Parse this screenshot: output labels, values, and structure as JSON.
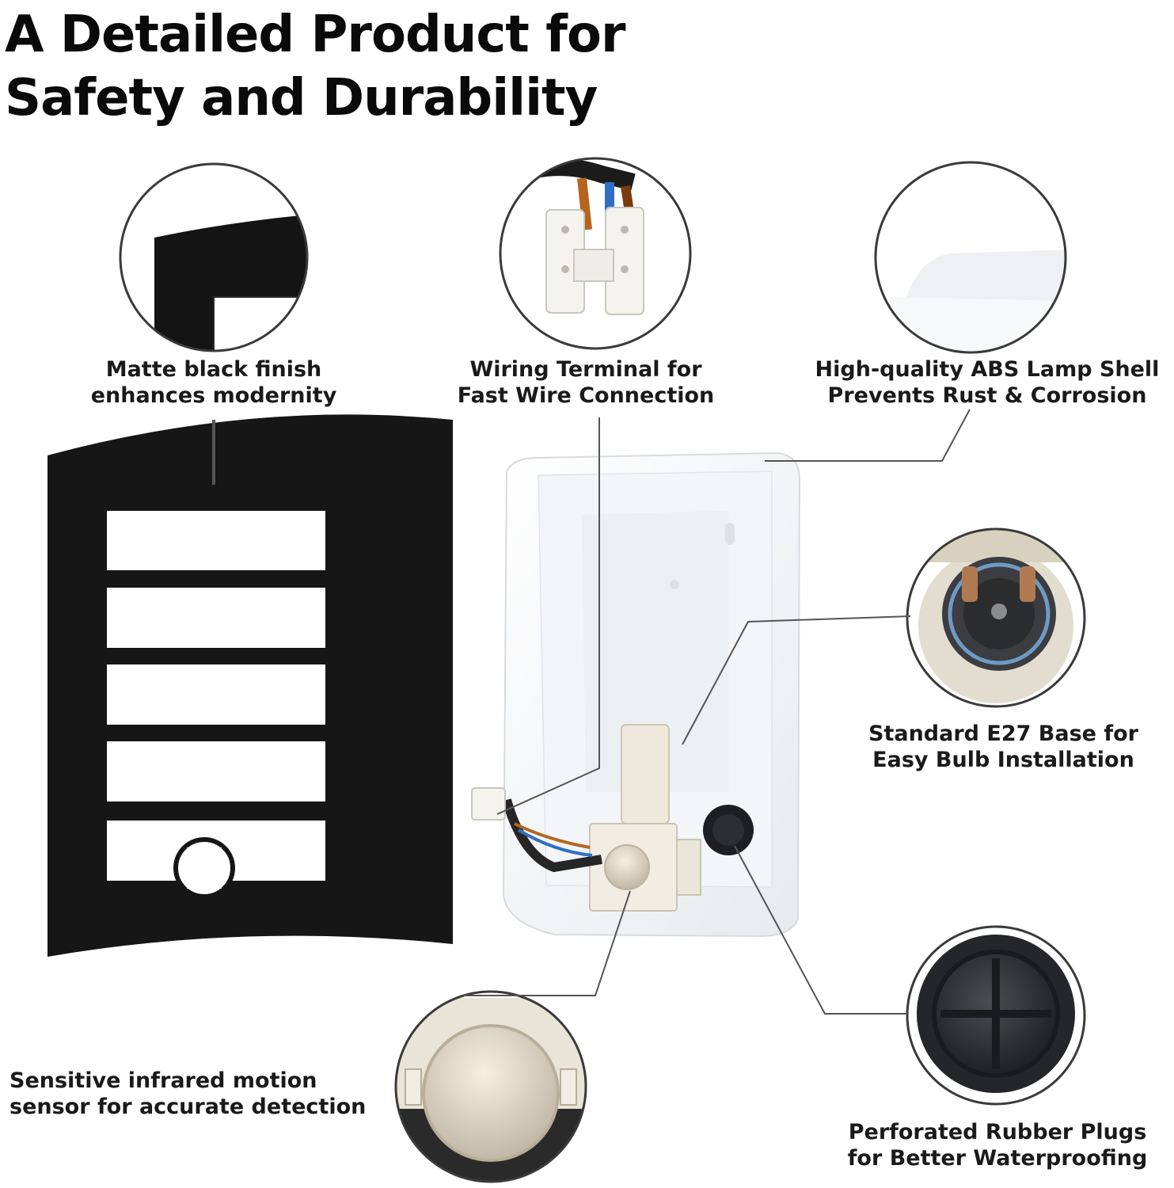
{
  "title": {
    "line1": "A Detailed Product for",
    "line2": "Safety and Durability"
  },
  "callouts": {
    "finish": {
      "line1": "Matte black finish",
      "line2": "enhances modernity"
    },
    "terminal": {
      "line1": "Wiring Terminal for",
      "line2": "Fast Wire Connection"
    },
    "shell": {
      "line1": "High-quality ABS  Lamp Shell",
      "line2": "Prevents Rust & Corrosion"
    },
    "base": {
      "line1": "Standard E27 Base for",
      "line2": "Easy Bulb Installation"
    },
    "plugs": {
      "line1": "Perforated Rubber Plugs",
      "line2": "for Better Waterproofing"
    },
    "sensor": {
      "line1": "Sensitive infrared motion",
      "line2": "sensor for accurate detection"
    }
  },
  "colors": {
    "lamp_black": "#151515",
    "shell_white": "#f6f7f9",
    "leader_line": "#555555"
  }
}
